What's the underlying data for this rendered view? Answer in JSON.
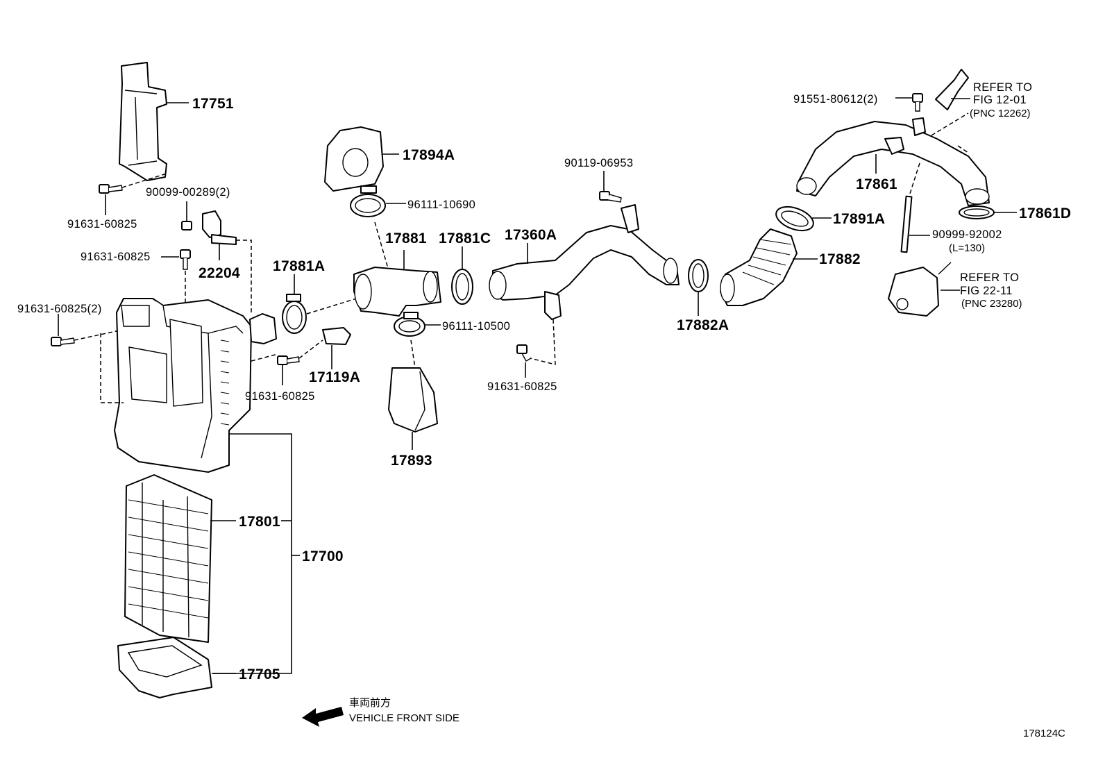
{
  "figure_code": "178124C",
  "direction": {
    "jp": "車両前方",
    "en": "VEHICLE FRONT SIDE"
  },
  "parts": {
    "p17751": "17751",
    "p90099_00289": "90099-00289(2)",
    "p91631_a": "91631-60825",
    "p91631_b": "91631-60825",
    "p22204": "22204",
    "p91631_2": "91631-60825(2)",
    "p17881A": "17881A",
    "p17119A": "17119A",
    "p91631_c": "91631-60825",
    "p17894A": "17894A",
    "p96111_10690": "96111-10690",
    "p17881": "17881",
    "p17881C": "17881C",
    "p96111_10500": "96111-10500",
    "p17893": "17893",
    "p90119_06953": "90119-06953",
    "p17360A": "17360A",
    "p91631_d": "91631-60825",
    "p17882A": "17882A",
    "p17891A": "17891A",
    "p17882": "17882",
    "p91551": "91551-80612(2)",
    "p17861": "17861",
    "p17861D": "17861D",
    "p90999": "90999-92002",
    "p90999_len": "(L=130)",
    "p17801": "17801",
    "p17700": "17700",
    "p17705": "17705"
  },
  "refs": [
    {
      "line1": "REFER TO",
      "line2": "FIG 12-01",
      "line3": "(PNC 12262)"
    },
    {
      "line1": "REFER TO",
      "line2": "FIG 22-11",
      "line3": "(PNC 23280)"
    }
  ]
}
